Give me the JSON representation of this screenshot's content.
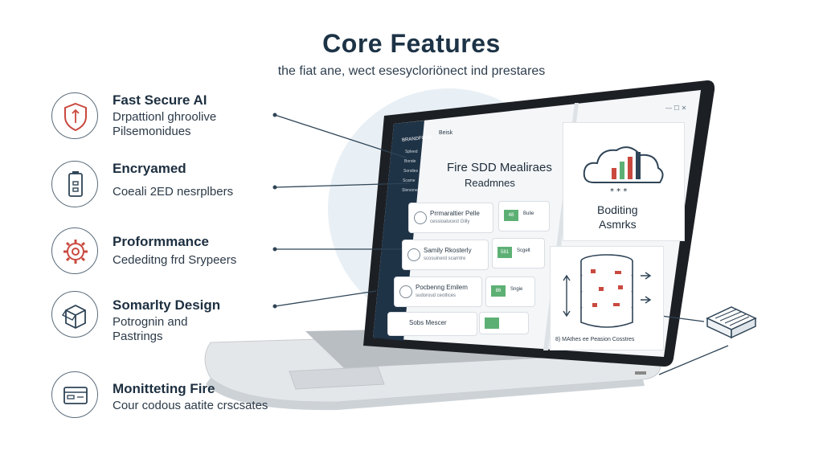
{
  "header": {
    "title": "Core Features",
    "subtitle": "the fiat ane, wect esesycloriönect ind prestares"
  },
  "features": [
    {
      "title": "Fast Secure AI",
      "desc_line1": "Drpattionl ghroolive",
      "desc_line2": "Pilsemonidues",
      "icon": "shield-icon"
    },
    {
      "title": "Encryamed",
      "desc_line1": "Coeali 2ED nesrplbers",
      "desc_line2": "",
      "icon": "battery-lock-icon"
    },
    {
      "title": "Proformmance",
      "desc_line1": "Cededitng frd Srypeers",
      "desc_line2": "",
      "icon": "gear-icon"
    },
    {
      "title": "Somarlty Design",
      "desc_line1": "Potrognin and",
      "desc_line2": "Pastrings",
      "icon": "box-icon"
    },
    {
      "title": "Monitteting Fire",
      "desc_line1": "Cour codous aatite crscsates",
      "desc_line2": "",
      "icon": "monitor-card-icon"
    }
  ],
  "screen": {
    "sidebar_brand": "BRANDFONE",
    "sidebar_items": [
      "Spleed",
      "Bonde",
      "Sondies",
      "Scame",
      "Slersone"
    ],
    "topbar_label": "Beisk",
    "main_heading_line1": "Fire SDD Mealiraes",
    "main_heading_line2": "Readmnes",
    "cards": [
      {
        "title": "Prrmaraltier Pelle",
        "sub": "cessioalucest Gilly",
        "badge": "48",
        "tag": "Bulie"
      },
      {
        "title": "Samily Rkosterly",
        "sub": "scosuinerd scarntre",
        "badge": "581",
        "tag": "Scgelt"
      },
      {
        "title": "Pocbenng Emilem",
        "sub": "sudoroud ceotlices",
        "badge": "86",
        "tag": "Sngie"
      },
      {
        "title": "Sobs Mescer",
        "sub": "",
        "badge": "",
        "tag": ""
      }
    ],
    "right_top_line1": "Boditing",
    "right_top_line2": "Asmrks",
    "right_bottom_caption": "8) MAthes ee Peasion Cosstres",
    "window_controls": "— ☐ ✕"
  },
  "colors": {
    "accent_red": "#c9493f",
    "icon_gray": "#5b6b79",
    "sidebar_navy": "#1f3346",
    "badge_green": "#5db074"
  }
}
